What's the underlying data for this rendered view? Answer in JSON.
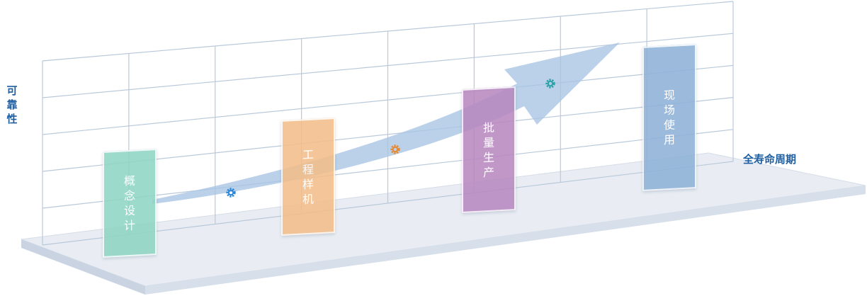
{
  "axes": {
    "y_label": "可靠性",
    "x_label": "全寿命周期"
  },
  "stages": [
    {
      "label": "概念设计",
      "color": "#8fd6c4"
    },
    {
      "label": "工程样机",
      "color": "#f3be8a"
    },
    {
      "label": "批量生产",
      "color": "#b889c0"
    },
    {
      "label": "现场使用",
      "color": "#8fb2d8"
    }
  ],
  "icons": [
    {
      "name": "gear-icon",
      "color": "#2f86d6"
    },
    {
      "name": "gear-icon",
      "color": "#e58a34"
    },
    {
      "name": "gear-icon",
      "color": "#2aa3a8"
    }
  ],
  "colors": {
    "grid": "#b9c9da",
    "floor": "#e6ebf2",
    "arrow": "#a9c6e4",
    "label": "#1f5fa0"
  }
}
